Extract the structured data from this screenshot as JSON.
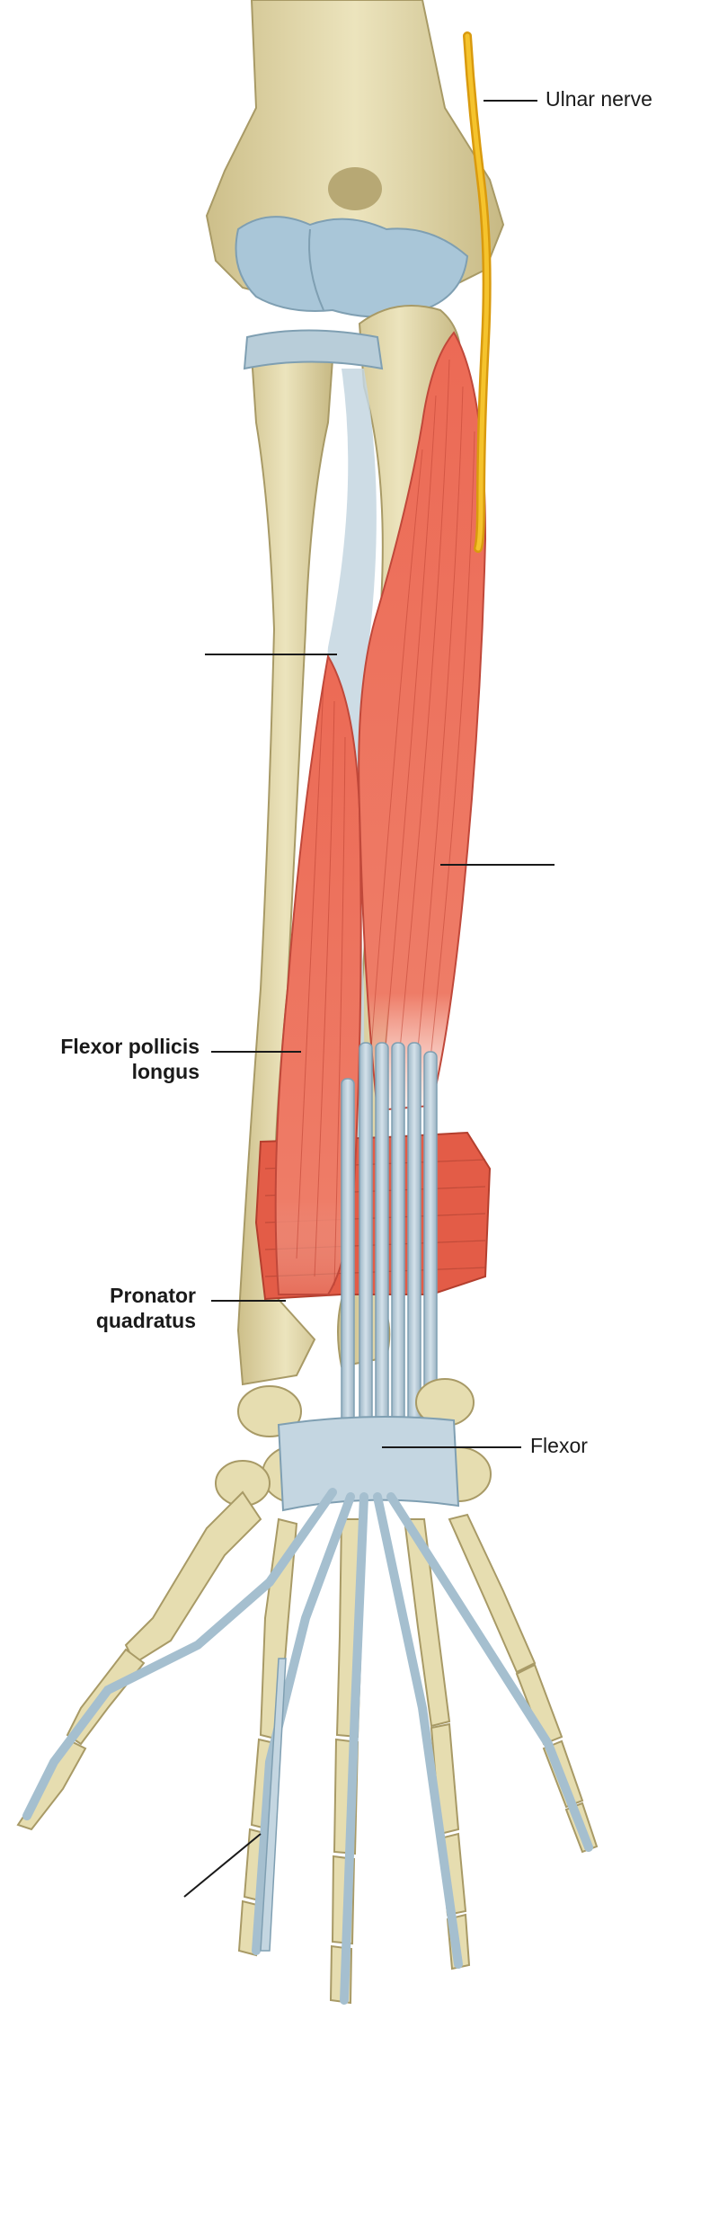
{
  "labels": {
    "ulnar_nerve": "Ulnar nerve",
    "flexor_pollicis_longus": [
      "Flexor pollicis",
      "longus"
    ],
    "pronator_quadratus": [
      "Pronator",
      "quadratus"
    ],
    "flexor_retinaculum": "Flexor"
  },
  "colors": {
    "bone": "#e6ddb0",
    "bone_shade": "#c9bb86",
    "cartilage": "#a9c6d8",
    "tendon": "#b8cdd9",
    "muscle": "#e8644f",
    "nerve": "#f2b21c",
    "leader_line": "#1a1a1a"
  }
}
